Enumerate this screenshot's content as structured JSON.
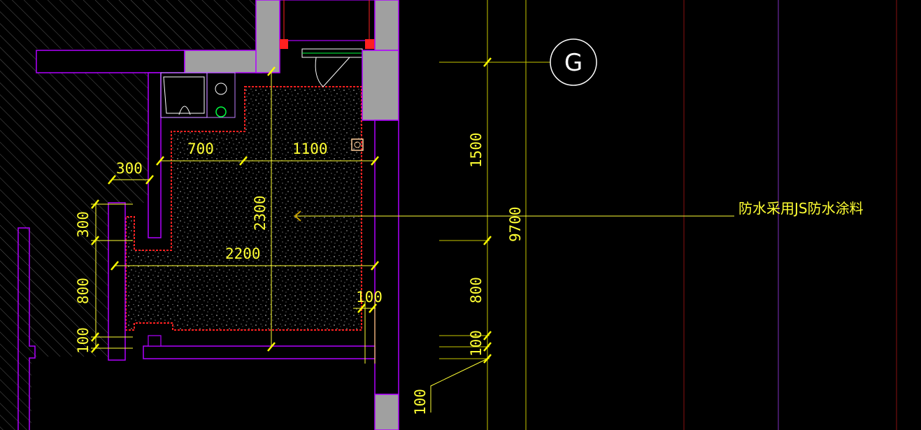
{
  "colors": {
    "background": "#000000",
    "wall_outline": "#b000ff",
    "wall_fill": "#a0a0a0",
    "dimension": "#ffff33",
    "tick": "#ffff00",
    "waterproof_boundary": "#ff2020",
    "column_fill": "#ff2020",
    "axis_line": "#c8c800",
    "grid_line_red": "#8a1010",
    "grid_line_purple": "#8030c0",
    "floor_speckle": "#bfbfbf",
    "hatch": "#5a5a5a",
    "fixture": "#c080ff",
    "drain": "#00ff40"
  },
  "grid_axis": {
    "label": "G"
  },
  "waterproof_note": {
    "text": "防水采用JS防水涂料"
  },
  "dimensions": {
    "top_700": "700",
    "top_1100": "1100",
    "left_300_h": "300",
    "left_300_v": "300",
    "left_800": "800",
    "left_100": "100",
    "mid_2300": "2300",
    "mid_2200": "2200",
    "right_100": "100",
    "axis_1500": "1500",
    "axis_9700": "9700",
    "axis_800": "800",
    "axis_100": "100",
    "leader_100": "100"
  }
}
